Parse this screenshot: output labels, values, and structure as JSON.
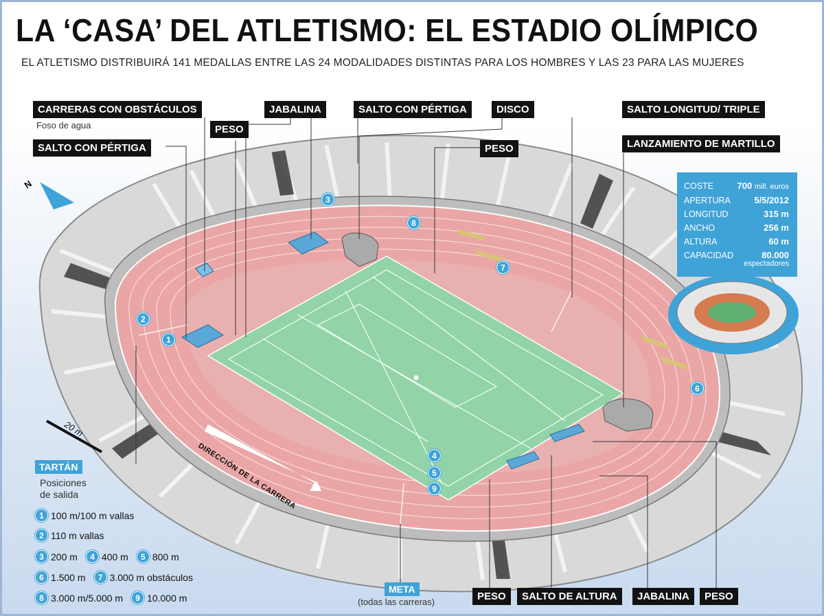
{
  "title": "LA ‘CASA’ DEL ATLETISMO: EL ESTADIO OLÍMPICO",
  "subtitle": "EL ATLETISMO DISTRIBUIRÁ 141 MEDALLAS ENTRE LAS 24 MODALIDADES DISTINTAS PARA LOS HOMBRES Y LAS 23 PARA LAS MUJERES",
  "labels": {
    "carreras_obstaculos": "CARRERAS CON OBSTÁCULOS",
    "foso_agua": "Foso de agua",
    "salto_pertiga_left": "SALTO CON PÉRTIGA",
    "peso_top_left": "PESO",
    "jabalina_top": "JABALINA",
    "salto_pertiga_top": "SALTO CON PÉRTIGA",
    "disco": "DISCO",
    "peso_top_mid": "PESO",
    "salto_longitud_triple": "SALTO LONGITUD/ TRIPLE",
    "lanzamiento_martillo": "LANZAMIENTO DE MARTILLO",
    "peso_bottom_1": "PESO",
    "salto_altura": "SALTO DE ALTURA",
    "jabalina_bottom": "JABALINA",
    "peso_bottom_2": "PESO",
    "meta": "META",
    "meta_note": "(todas las carreras)",
    "direccion": "DIRECCIÓN DE LA CARRERA",
    "scale": "20 m",
    "north": "N"
  },
  "info": [
    {
      "key": "COSTE",
      "value": "700",
      "unit": "mill. euros"
    },
    {
      "key": "APERTURA",
      "value": "5/5/2012",
      "unit": ""
    },
    {
      "key": "LONGITUD",
      "value": "315 m",
      "unit": ""
    },
    {
      "key": "ANCHO",
      "value": "256 m",
      "unit": ""
    },
    {
      "key": "ALTURA",
      "value": "60 m",
      "unit": ""
    },
    {
      "key": "CAPACIDAD",
      "value": "80.000",
      "unit": ""
    }
  ],
  "info_note": "espectadores",
  "legend": {
    "title": "TARTÁN",
    "subtitle_1": "Posiciones",
    "subtitle_2": "de salida",
    "items": [
      {
        "n": "1",
        "text": "100 m/100 m vallas"
      },
      {
        "n": "2",
        "text": "110 m vallas"
      },
      {
        "n": "3",
        "text": "200 m"
      },
      {
        "n": "4",
        "text": "400 m"
      },
      {
        "n": "5",
        "text": "800 m"
      },
      {
        "n": "6",
        "text": "1.500 m"
      },
      {
        "n": "7",
        "text": "3.000 m obstáculos"
      },
      {
        "n": "8",
        "text": "3.000 m/5.000 m"
      },
      {
        "n": "9",
        "text": "10.000 m"
      }
    ]
  },
  "colors": {
    "track": "#e8a3a3",
    "field": "#8fd0a4",
    "accent": "#3fa3d8",
    "label_bg": "#121212"
  }
}
